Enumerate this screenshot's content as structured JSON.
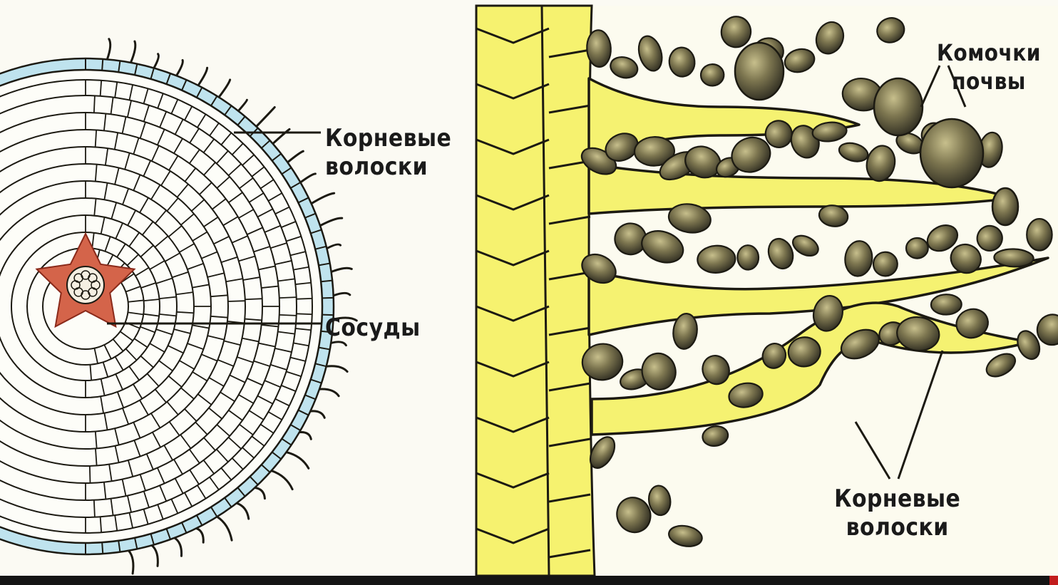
{
  "labels": {
    "root_hairs_left": {
      "line1": "Корневые",
      "line2": "волоски"
    },
    "vessels": "Сосуды",
    "soil_clumps": {
      "line1": "Комочки",
      "line2": "почвы"
    },
    "root_hairs_right": {
      "line1": "Корневые",
      "line2": "волоски"
    }
  },
  "colors": {
    "cell_outline": "#1c1a12",
    "epidermis": "#bfe3ee",
    "vascular_core": "#d4644a",
    "root_tissue": "#f5f271",
    "soil_dark": "#3a3828",
    "soil_light": "#8d865a",
    "background": "#fbfaf3"
  }
}
